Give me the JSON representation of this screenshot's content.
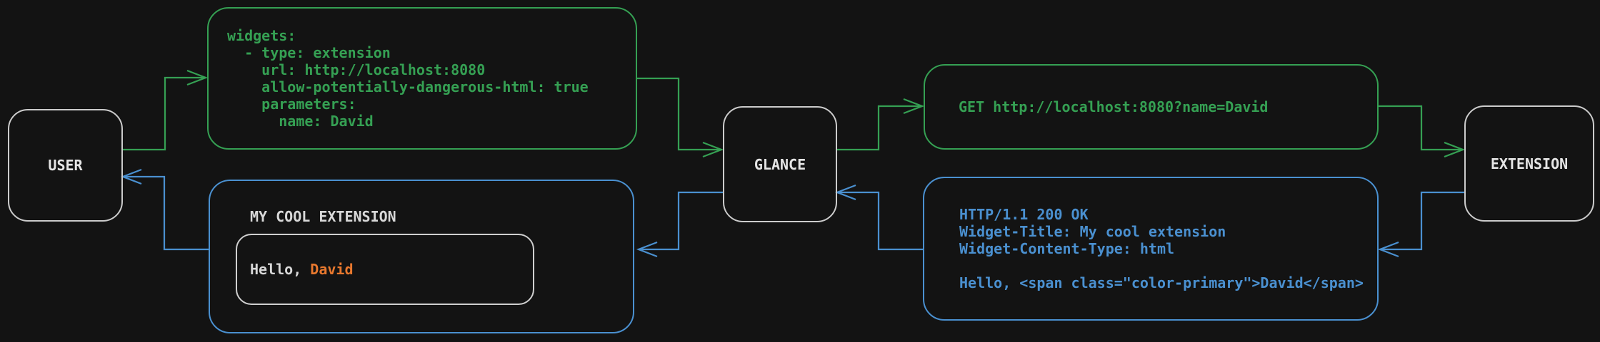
{
  "colors": {
    "bg": "#131313",
    "green": "#35a053",
    "blue": "#4a90d0",
    "orange": "#e8782e",
    "node_border": "#cccccc",
    "text": "#e6e6e6"
  },
  "nodes": {
    "user": {
      "label": "USER"
    },
    "glance": {
      "label": "GLANCE"
    },
    "extension": {
      "label": "EXTENSION"
    }
  },
  "boxes": {
    "config": {
      "lines": [
        "widgets:",
        "  - type: extension",
        "    url: http://localhost:8080",
        "    allow-potentially-dangerous-html: true",
        "    parameters:",
        "      name: David"
      ]
    },
    "request": {
      "text": "GET http://localhost:8080?name=David"
    },
    "response": {
      "lines": [
        "HTTP/1.1 200 OK",
        "Widget-Title: My cool extension",
        "Widget-Content-Type: html",
        "",
        "Hello, <span class=\"color-primary\">David</span>"
      ]
    },
    "preview": {
      "title": "MY COOL EXTENSION",
      "greeting_prefix": "Hello, ",
      "greeting_name": "David"
    }
  }
}
